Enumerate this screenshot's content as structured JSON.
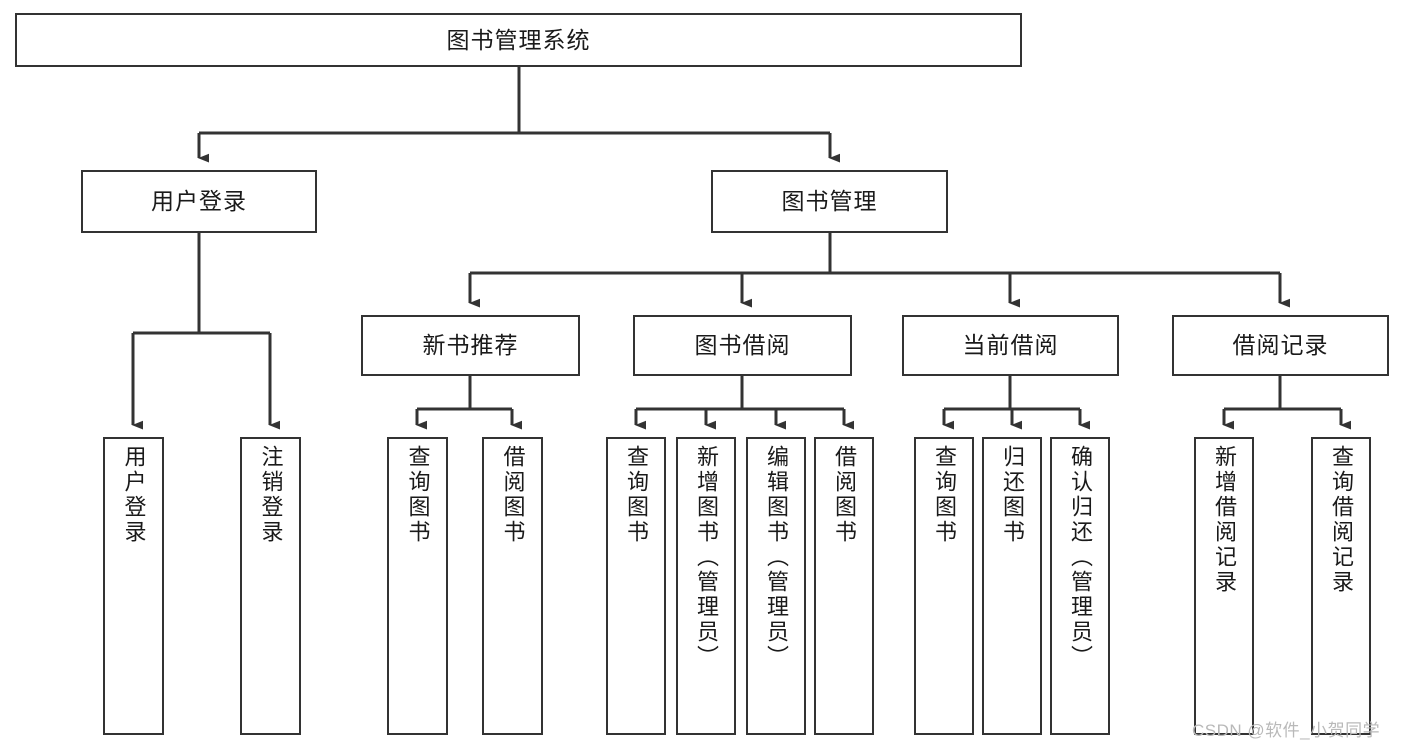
{
  "diagram": {
    "title": "图书管理系统",
    "type": "tree-hierarchy-diagram",
    "watermark": "CSDN @软件_小贺同学",
    "colors": {
      "background": "#ffffff",
      "box_border": "#333333",
      "connector": "#333333",
      "text": "#1a1a1a",
      "watermark": "#b9b9b9"
    },
    "levels": [
      {
        "level": 1,
        "nodes": [
          {
            "id": "root",
            "label": "图书管理系统",
            "orientation": "horizontal"
          }
        ]
      },
      {
        "level": 2,
        "nodes": [
          {
            "id": "user-login",
            "label": "用户登录",
            "orientation": "horizontal",
            "parent": "root"
          },
          {
            "id": "book-manage",
            "label": "图书管理",
            "orientation": "horizontal",
            "parent": "root"
          }
        ]
      },
      {
        "level": 3,
        "nodes": [
          {
            "id": "new-book-recommend",
            "label": "新书推荐",
            "orientation": "horizontal",
            "parent": "book-manage"
          },
          {
            "id": "book-borrow",
            "label": "图书借阅",
            "orientation": "horizontal",
            "parent": "book-manage"
          },
          {
            "id": "current-borrow",
            "label": "当前借阅",
            "orientation": "horizontal",
            "parent": "book-manage"
          },
          {
            "id": "borrow-record",
            "label": "借阅记录",
            "orientation": "horizontal",
            "parent": "book-manage"
          }
        ]
      },
      {
        "level": 4,
        "nodes": [
          {
            "id": "leaf-user-login",
            "label": "用户登录",
            "orientation": "vertical",
            "parent": "user-login"
          },
          {
            "id": "leaf-logout-login",
            "label": "注销登录",
            "orientation": "vertical",
            "parent": "user-login"
          },
          {
            "id": "leaf-query-book-1",
            "label": "查询图书",
            "orientation": "vertical",
            "parent": "new-book-recommend"
          },
          {
            "id": "leaf-borrow-book-1",
            "label": "借阅图书",
            "orientation": "vertical",
            "parent": "new-book-recommend"
          },
          {
            "id": "leaf-query-book-2",
            "label": "查询图书",
            "orientation": "vertical",
            "parent": "book-borrow"
          },
          {
            "id": "leaf-add-book",
            "label": "新增图书（管理员）",
            "orientation": "vertical",
            "parent": "book-borrow"
          },
          {
            "id": "leaf-edit-book",
            "label": "编辑图书（管理员）",
            "orientation": "vertical",
            "parent": "book-borrow"
          },
          {
            "id": "leaf-borrow-book-2",
            "label": "借阅图书",
            "orientation": "vertical",
            "parent": "book-borrow"
          },
          {
            "id": "leaf-query-book-3",
            "label": "查询图书",
            "orientation": "vertical",
            "parent": "current-borrow"
          },
          {
            "id": "leaf-return-book",
            "label": "归还图书",
            "orientation": "vertical",
            "parent": "current-borrow"
          },
          {
            "id": "leaf-confirm-return",
            "label": "确认归还（管理员）",
            "orientation": "vertical",
            "parent": "current-borrow"
          },
          {
            "id": "leaf-add-record",
            "label": "新增借阅记录",
            "orientation": "vertical",
            "parent": "borrow-record"
          },
          {
            "id": "leaf-query-record",
            "label": "查询借阅记录",
            "orientation": "vertical",
            "parent": "borrow-record"
          }
        ]
      }
    ]
  }
}
